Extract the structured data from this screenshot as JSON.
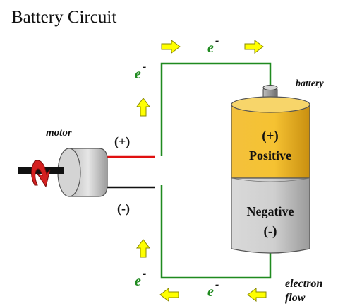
{
  "title": "Battery Circuit",
  "labels": {
    "motor": "motor",
    "battery": "battery",
    "electron_flow_line1": "electron",
    "electron_flow_line2": "flow",
    "motor_plus": "(+)",
    "motor_minus": "(-)",
    "battery_plus_symbol": "(+)",
    "battery_positive": "Positive",
    "battery_negative": "Negative",
    "battery_minus_symbol": "(-)"
  },
  "electron": {
    "symbol": "e",
    "charge": "-"
  },
  "colors": {
    "wire": "#1f8a1f",
    "motor_positive_lead": "#e01010",
    "motor_negative_lead": "#111111",
    "battery_top": "#f2b92a",
    "battery_bottom": "#c8c8c8",
    "arrow_fill": "#ffff00",
    "arrow_stroke": "#8a8a00",
    "electron_label": "#1f8a1f",
    "rotation_arrow": "#d42020"
  },
  "icons": {
    "arrow": "flow-arrow-icon",
    "rotation": "rotation-arrow-icon"
  }
}
